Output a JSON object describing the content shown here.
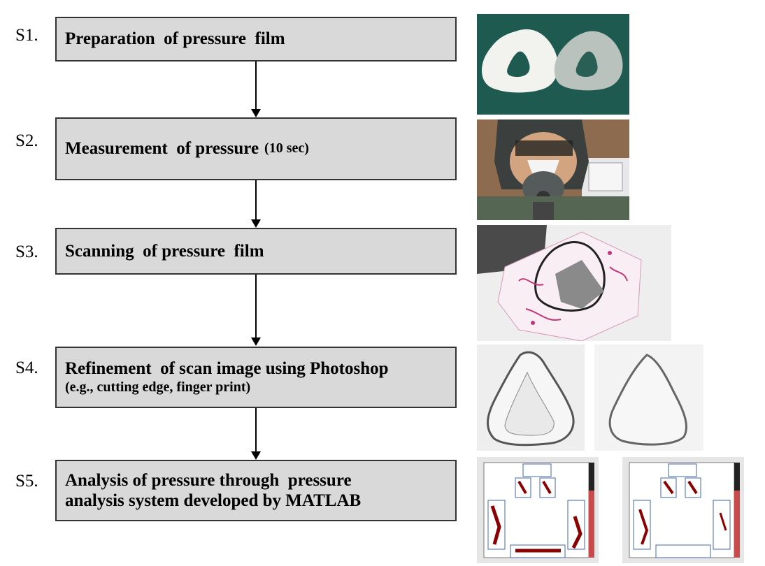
{
  "steps": [
    {
      "id": "S1.",
      "text": "Preparation  of pressure  film"
    },
    {
      "id": "S2.",
      "text": "Measurement  of pressure",
      "note": "(10 sec)"
    },
    {
      "id": "S3.",
      "text": "Scanning  of pressure  film"
    },
    {
      "id": "S4.",
      "text": "Refinement  of scan image using Photoshop",
      "sub": "(e.g., cutting edge, finger print)"
    },
    {
      "id": "S5.",
      "text_line1": "Analysis of pressure through  pressure",
      "text_line2": "analysis system developed by MATLAB"
    }
  ],
  "colors": {
    "box_fill": "#d9d9d9",
    "border": "#333333",
    "film_bg": "#1f5a50",
    "pressure_red": "#8b0000"
  }
}
